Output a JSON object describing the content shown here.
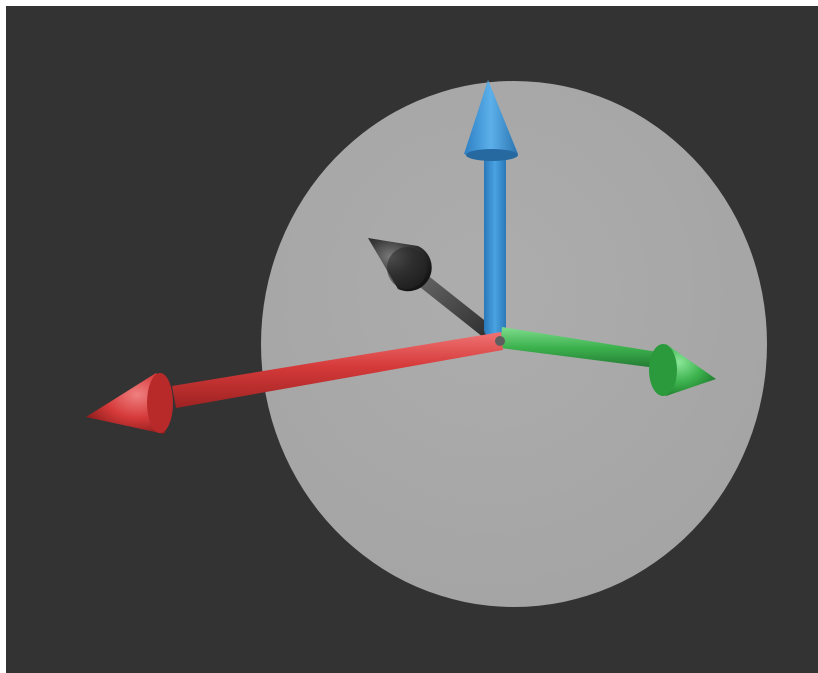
{
  "viewport": {
    "background_color": "#333333",
    "frame_color": "#ffffff"
  },
  "gizmo": {
    "disc_color": "#a8a8a8",
    "axes": [
      {
        "id": "x-axis",
        "icon": "axis-arrow",
        "color": "#d63a3a",
        "dark": "#8e1c1c",
        "light": "#f07a7a"
      },
      {
        "id": "y-axis",
        "icon": "axis-arrow",
        "color": "#3cb24e",
        "dark": "#1e7a2c",
        "light": "#86e294"
      },
      {
        "id": "z-axis",
        "icon": "axis-arrow",
        "color": "#3a93d6",
        "dark": "#1d5f93",
        "light": "#8ac8f2"
      },
      {
        "id": "view-axis",
        "icon": "axis-arrow",
        "color": "#4a4a4a",
        "dark": "#1a1a1a",
        "light": "#8a8a8a"
      }
    ]
  }
}
